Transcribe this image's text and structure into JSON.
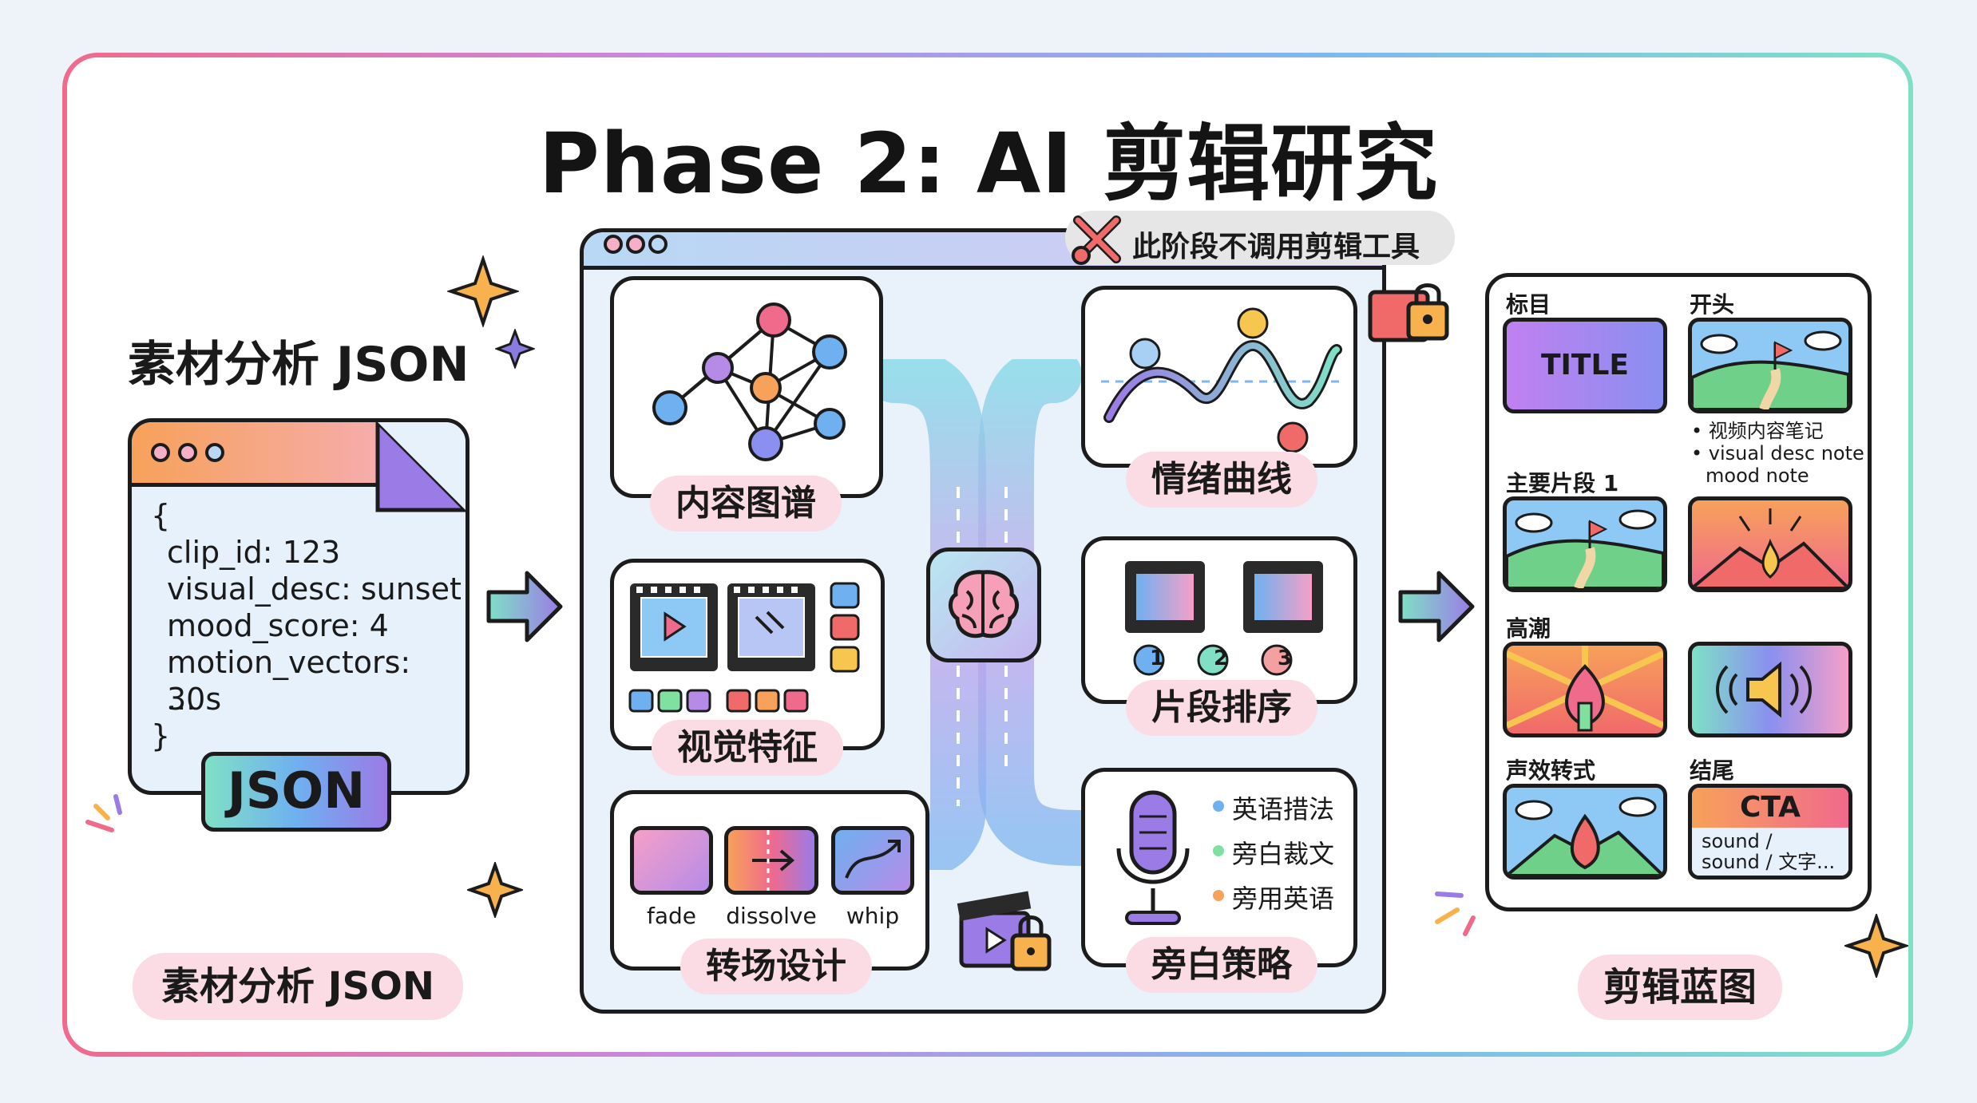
{
  "title": "Phase 2: AI 剪辑研究",
  "left": {
    "heading": "素材分析 JSON",
    "code_lines": [
      "{",
      "clip_id: 123",
      "visual_desc: sunset",
      "mood_score: 4",
      "motion_vectors: 30s",
      "...",
      "}"
    ],
    "badge": "JSON",
    "pill": "素材分析 JSON"
  },
  "center": {
    "notice": "此阶段不调用剪辑工具",
    "modules": {
      "content_graph": "内容图谱",
      "emotion_curve": "情绪曲线",
      "visual_features": "视觉特征",
      "clip_sequencing": "片段排序",
      "sequence_numbers": [
        "1",
        "2",
        "3"
      ],
      "transition_design": "转场设计",
      "transitions": [
        "fade",
        "dissolve",
        "whip"
      ],
      "narration_strategy": "旁白策略",
      "narration_items": [
        "英语措法",
        "旁白裁文",
        "旁用英语"
      ]
    }
  },
  "right": {
    "pill": "剪辑蓝图",
    "sections": {
      "title_label": "标目",
      "title_card": "TITLE",
      "opening": "开头",
      "opening_notes": [
        "• 视频内容笔记",
        "• visual desc note",
        "mood note"
      ],
      "main_segment": "主要片段 1",
      "climax": "高潮",
      "sfx_transition": "声效转式",
      "ending": "结尾",
      "cta": "CTA",
      "cta_notes": [
        "sound /",
        "sound / 文字..."
      ]
    }
  },
  "colors": {
    "accent_pink": "#fbdce4",
    "accent_purple": "#9b7be6",
    "accent_blue": "#6fb0f0",
    "accent_orange": "#f7a15a"
  }
}
